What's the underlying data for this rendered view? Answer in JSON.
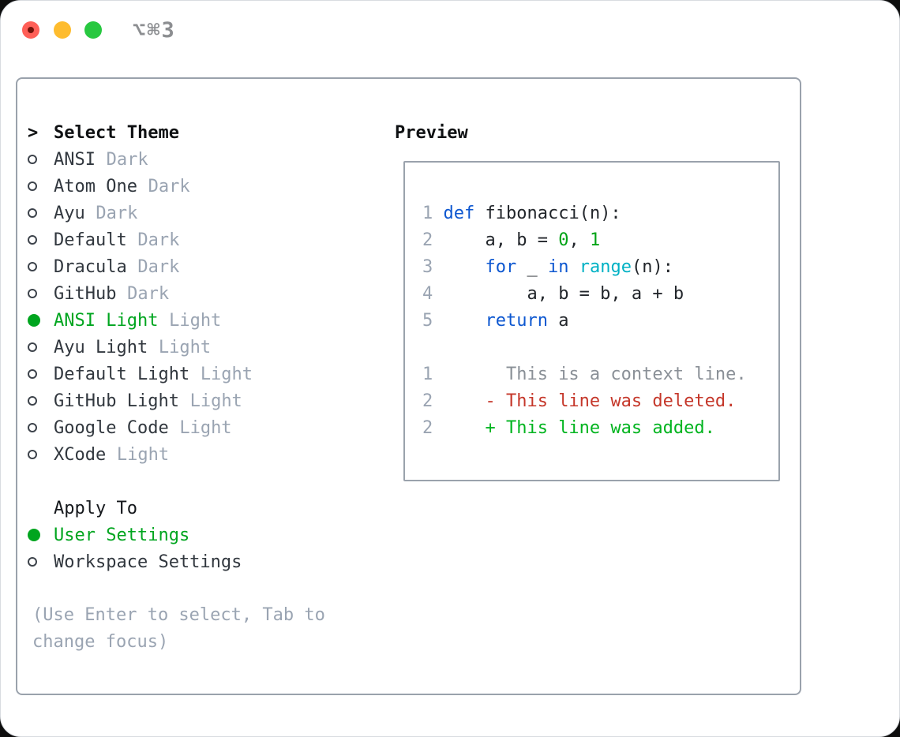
{
  "window": {
    "shortcut": "⌥⌘3",
    "traffic_lights": {
      "red": "#ff5f57",
      "red_dot": "#731209",
      "yellow": "#febc2e",
      "green": "#28c840"
    }
  },
  "colors": {
    "selection_green": "#00a51f",
    "keyword_blue": "#0d57d0",
    "number_green": "#00a316",
    "function_cyan": "#00b1c4",
    "plain_code": "#22262b",
    "context_gray": "#8a9097",
    "deleted_red": "#c5372a",
    "added_green": "#00b41f",
    "line_number_gray": "#9aa4b2",
    "box_border_gray": "#9aa2ac"
  },
  "left": {
    "cursor": ">",
    "header": "Select Theme",
    "themes": [
      {
        "name": "ANSI",
        "variant": "Dark",
        "selected": false
      },
      {
        "name": "Atom One",
        "variant": "Dark",
        "selected": false
      },
      {
        "name": "Ayu",
        "variant": "Dark",
        "selected": false
      },
      {
        "name": "Default",
        "variant": "Dark",
        "selected": false
      },
      {
        "name": "Dracula",
        "variant": "Dark",
        "selected": false
      },
      {
        "name": "GitHub",
        "variant": "Dark",
        "selected": false
      },
      {
        "name": "ANSI Light",
        "variant": "Light",
        "selected": true
      },
      {
        "name": "Ayu Light",
        "variant": "Light",
        "selected": false
      },
      {
        "name": "Default Light",
        "variant": "Light",
        "selected": false
      },
      {
        "name": "GitHub Light",
        "variant": "Light",
        "selected": false
      },
      {
        "name": "Google Code",
        "variant": "Light",
        "selected": false
      },
      {
        "name": "XCode",
        "variant": "Light",
        "selected": false
      }
    ],
    "apply_to": {
      "header": "Apply To",
      "options": [
        {
          "label": "User Settings",
          "selected": true
        },
        {
          "label": "Workspace Settings",
          "selected": false
        }
      ]
    },
    "hint": "(Use Enter to select, Tab to change focus)"
  },
  "preview": {
    "header": "Preview",
    "code_lines": [
      {
        "num": "1",
        "tokens": [
          [
            " ",
            "pl"
          ],
          [
            "def",
            "kw"
          ],
          [
            " fibonacci(n):",
            "pl"
          ]
        ]
      },
      {
        "num": "2",
        "tokens": [
          [
            "     a, b = ",
            "pl"
          ],
          [
            "0",
            "num"
          ],
          [
            ", ",
            "pl"
          ],
          [
            "1",
            "num"
          ]
        ]
      },
      {
        "num": "3",
        "tokens": [
          [
            "     ",
            "pl"
          ],
          [
            "for",
            "kw"
          ],
          [
            " _ ",
            "pl"
          ],
          [
            "in",
            "kw"
          ],
          [
            " ",
            "pl"
          ],
          [
            "range",
            "fn"
          ],
          [
            "(n):",
            "pl"
          ]
        ]
      },
      {
        "num": "4",
        "tokens": [
          [
            "         a, b = b, a + b",
            "pl"
          ]
        ]
      },
      {
        "num": "5",
        "tokens": [
          [
            "     ",
            "pl"
          ],
          [
            "return",
            "kw"
          ],
          [
            " a",
            "pl"
          ]
        ]
      },
      {
        "num": "",
        "tokens": []
      },
      {
        "num": "1",
        "tokens": [
          [
            "       This is a context line.",
            "ctx"
          ]
        ]
      },
      {
        "num": "2",
        "tokens": [
          [
            "     - This line was deleted.",
            "del"
          ]
        ]
      },
      {
        "num": "2",
        "tokens": [
          [
            "     + This line was added.",
            "add"
          ]
        ]
      }
    ]
  }
}
